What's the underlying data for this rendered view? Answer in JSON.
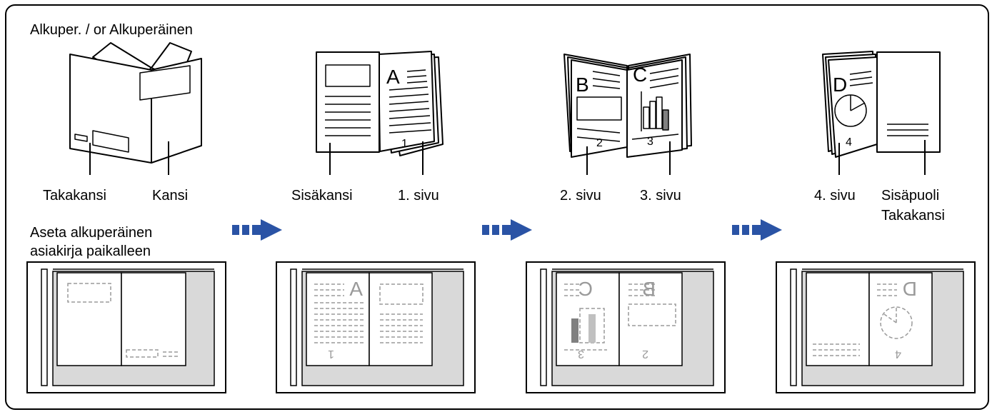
{
  "title": "Alkuper. / or Alkuperäinen",
  "instruction_line1": "Aseta alkuperäinen",
  "instruction_line2": "asiakirja paikalleen",
  "steps": [
    {
      "left_label": "Takakansi",
      "right_label": "Kansi"
    },
    {
      "left_label": "Sisäkansi",
      "right_label": "1. sivu",
      "page_letter": "A",
      "page_number": "1"
    },
    {
      "left_label": "2. sivu",
      "right_label": "3. sivu",
      "page_letters": [
        "B",
        "C"
      ],
      "page_numbers": [
        "2",
        "3"
      ]
    },
    {
      "left_label": "4. sivu",
      "right_label_line1": "Sisäpuoli",
      "right_label_line2": "Takakansi",
      "page_letter": "D",
      "page_number": "4"
    }
  ],
  "colors": {
    "arrow": "#2a53a5",
    "glass": "#d9d9d9",
    "dashed": "#9a9a9a",
    "bar_dark": "#808080",
    "bar_light": "#c0c0c0"
  }
}
